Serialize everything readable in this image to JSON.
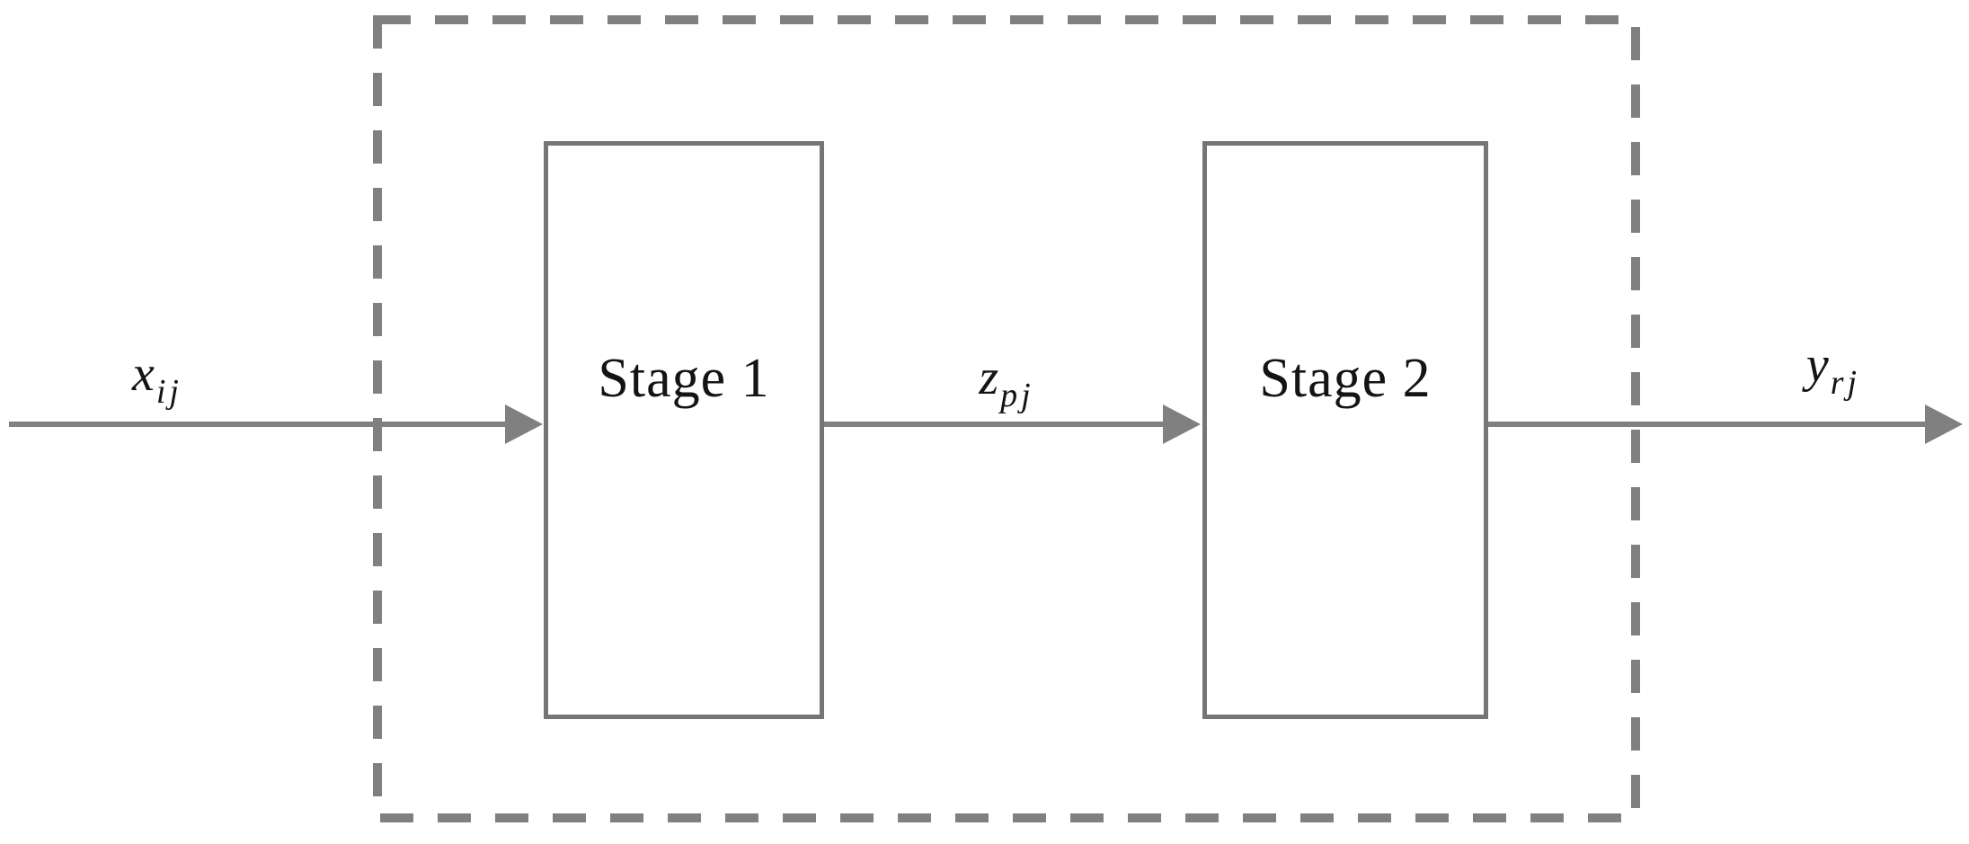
{
  "diagram": {
    "title": "two-stage-process-diagram",
    "boundary": {
      "style": "dashed",
      "color": "#808080"
    },
    "boxes": [
      {
        "label": "Stage 1"
      },
      {
        "label": "Stage 2"
      }
    ],
    "flows": [
      {
        "name": "input",
        "label_base": "x",
        "label_sub": "ij",
        "from": "outside",
        "to": "Stage 1"
      },
      {
        "name": "intermediate",
        "label_base": "z",
        "label_sub": "pj",
        "from": "Stage 1",
        "to": "Stage 2"
      },
      {
        "name": "output",
        "label_base": "y",
        "label_sub": "rj",
        "from": "Stage 2",
        "to": "outside"
      }
    ],
    "colors": {
      "line": "#808080",
      "box_border": "#757575",
      "text": "#141414",
      "background": "#ffffff"
    }
  }
}
